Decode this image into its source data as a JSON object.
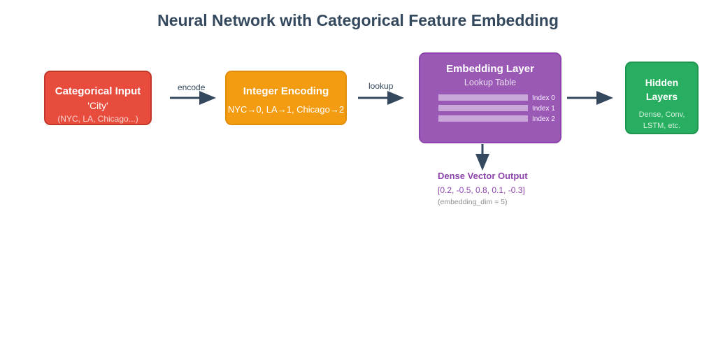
{
  "title": "Neural Network with Categorical Feature Embedding",
  "nodes": {
    "categorical_input": {
      "title": "Categorical Input",
      "line1": "'City'",
      "line2": "(NYC, LA, Chicago...)"
    },
    "integer_encoding": {
      "title": "Integer Encoding",
      "line1": "NYC→0, LA→1, Chicago→2"
    },
    "embedding_layer": {
      "title": "Embedding Layer",
      "subtitle": "Lookup Table",
      "rows": [
        "Index 0",
        "Index 1",
        "Index 2"
      ]
    },
    "hidden_layers": {
      "title_line1": "Hidden",
      "title_line2": "Layers",
      "line1": "Dense, Conv,",
      "line2": "LSTM, etc."
    }
  },
  "edges": {
    "encode": "encode",
    "lookup": "lookup"
  },
  "output": {
    "title": "Dense Vector Output",
    "vector": "[0.2, -0.5, 0.8, 0.1, -0.3]",
    "note": "(embedding_dim = 5)"
  },
  "colors": {
    "categorical_input": "#e74c3c",
    "integer_encoding": "#f39c12",
    "embedding_layer": "#9b59b6",
    "hidden_layers": "#27ae60",
    "arrow": "#34495e"
  }
}
